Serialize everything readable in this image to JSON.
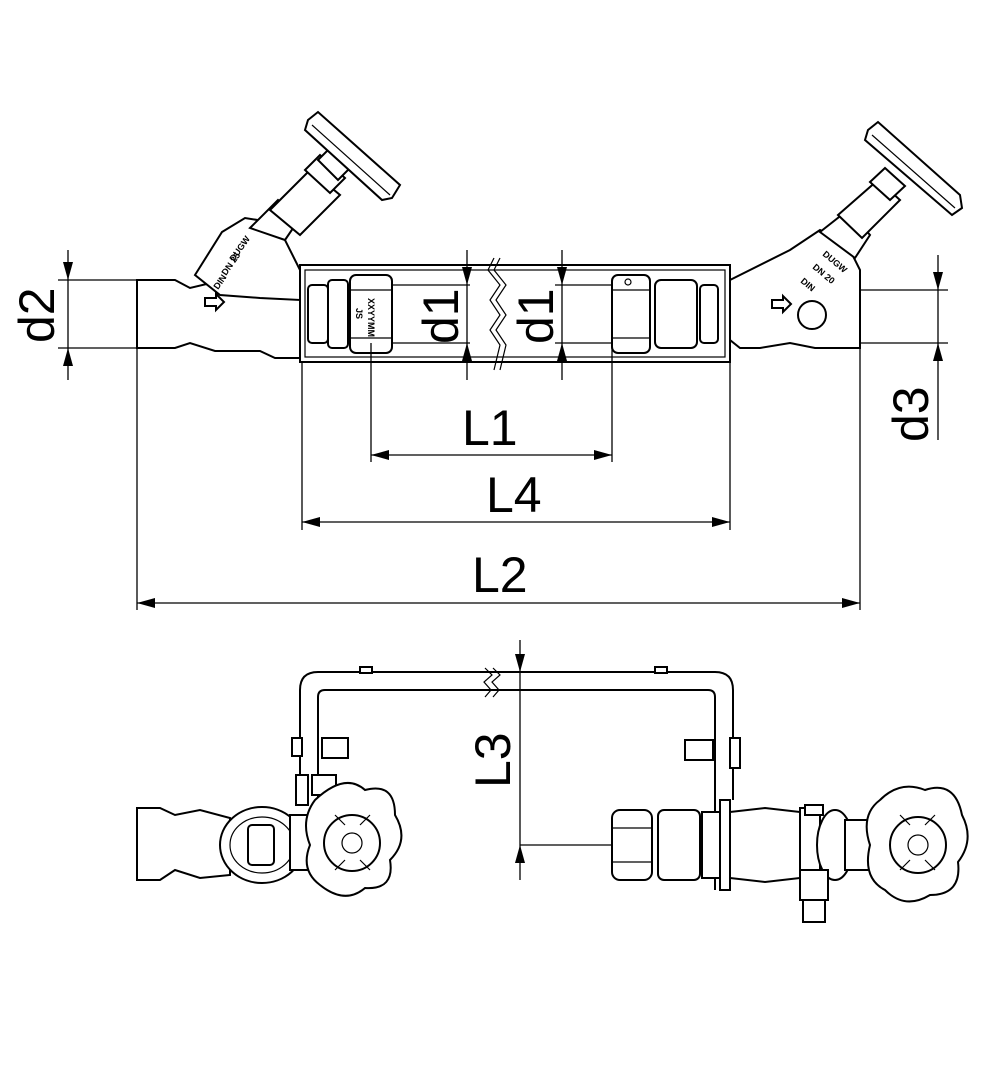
{
  "dimensions": {
    "d1_left": "d1",
    "d1_right": "d1",
    "d2": "d2",
    "d3": "d3",
    "L1": "L1",
    "L2": "L2",
    "L3": "L3",
    "L4": "L4"
  },
  "markings": {
    "left_valve_brand": "DUGW",
    "left_valve_size": "DN 25",
    "left_valve_std": "DIN",
    "right_valve_brand": "DUGW",
    "right_valve_size": "DN 20",
    "right_valve_std": "DIN",
    "meter_text": "XXYYMM",
    "meter_mark": "JS"
  },
  "colors": {
    "line": "#000000",
    "background": "#ffffff"
  }
}
